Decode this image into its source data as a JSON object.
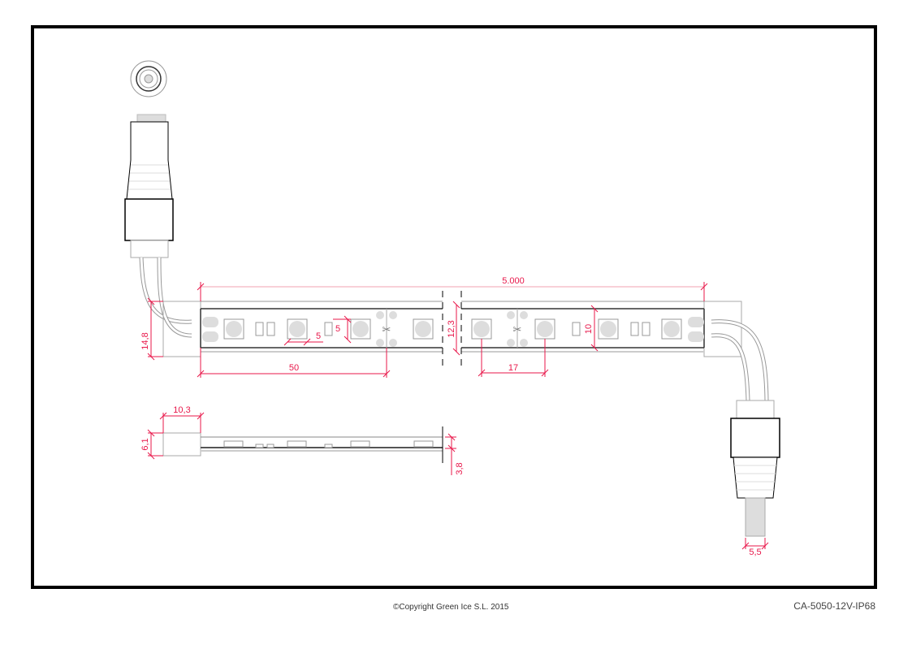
{
  "drawing": {
    "title": "CA-5050-12V-IP68",
    "copyright": "©Copyright Green Ice S.L. 2015",
    "dimension_color": "#e8174a",
    "dimensions": {
      "total_length": "5.000",
      "cut_unit": "50",
      "led_pitch": "17",
      "led_size_w": "5",
      "led_size_h": "5",
      "profile_width": "12,3",
      "pcb_width": "10",
      "cap_height": "14,8",
      "cap_length": "10,3",
      "cap_thickness": "6,1",
      "strip_thickness": "3,8",
      "plug_diameter": "5,5"
    }
  }
}
